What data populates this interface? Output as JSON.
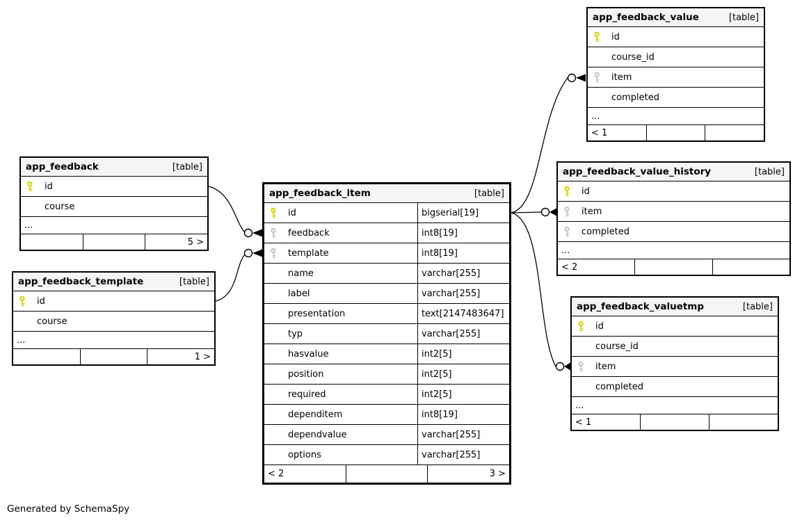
{
  "diagram": {
    "credit": "Generated by SchemaSpy",
    "badge": "[table]",
    "ellipsis": "...",
    "colors": {
      "primary_key": "#d8d800",
      "foreign_key": "#c6c6c6",
      "header_bg": "#f5f5f5",
      "border": "#000000"
    }
  },
  "tables": {
    "app_feedback": {
      "title": "app_feedback",
      "columns": [
        {
          "key": "pk",
          "name": "id"
        },
        {
          "key": "none",
          "name": "course"
        }
      ],
      "footer": [
        "",
        "",
        "5 >"
      ]
    },
    "app_feedback_template": {
      "title": "app_feedback_template",
      "columns": [
        {
          "key": "pk",
          "name": "id"
        },
        {
          "key": "none",
          "name": "course"
        }
      ],
      "footer": [
        "",
        "",
        "1 >"
      ]
    },
    "app_feedback_item": {
      "title": "app_feedback_item",
      "columns": [
        {
          "key": "pk",
          "name": "id",
          "type": "bigserial[19]"
        },
        {
          "key": "fk",
          "name": "feedback",
          "type": "int8[19]"
        },
        {
          "key": "fk",
          "name": "template",
          "type": "int8[19]"
        },
        {
          "key": "none",
          "name": "name",
          "type": "varchar[255]"
        },
        {
          "key": "none",
          "name": "label",
          "type": "varchar[255]"
        },
        {
          "key": "none",
          "name": "presentation",
          "type": "text[2147483647]"
        },
        {
          "key": "none",
          "name": "typ",
          "type": "varchar[255]"
        },
        {
          "key": "none",
          "name": "hasvalue",
          "type": "int2[5]"
        },
        {
          "key": "none",
          "name": "position",
          "type": "int2[5]"
        },
        {
          "key": "none",
          "name": "required",
          "type": "int2[5]"
        },
        {
          "key": "none",
          "name": "dependitem",
          "type": "int8[19]"
        },
        {
          "key": "none",
          "name": "dependvalue",
          "type": "varchar[255]"
        },
        {
          "key": "none",
          "name": "options",
          "type": "varchar[255]"
        }
      ],
      "footer": [
        "< 2",
        "",
        "3 >"
      ]
    },
    "app_feedback_value": {
      "title": "app_feedback_value",
      "columns": [
        {
          "key": "pk",
          "name": "id"
        },
        {
          "key": "none",
          "name": "course_id"
        },
        {
          "key": "fk",
          "name": "item"
        },
        {
          "key": "none",
          "name": "completed"
        }
      ],
      "footer": [
        "< 1",
        "",
        ""
      ]
    },
    "app_feedback_value_history": {
      "title": "app_feedback_value_history",
      "columns": [
        {
          "key": "pk",
          "name": "id"
        },
        {
          "key": "fk",
          "name": "item"
        },
        {
          "key": "fk",
          "name": "completed"
        }
      ],
      "footer": [
        "< 2",
        "",
        ""
      ]
    },
    "app_feedback_valuetmp": {
      "title": "app_feedback_valuetmp",
      "columns": [
        {
          "key": "pk",
          "name": "id"
        },
        {
          "key": "none",
          "name": "course_id"
        },
        {
          "key": "fk",
          "name": "item"
        },
        {
          "key": "none",
          "name": "completed"
        }
      ],
      "footer": [
        "< 1",
        "",
        ""
      ]
    }
  },
  "relationships": [
    {
      "parent": "app_feedback.id",
      "child": "app_feedback_item.feedback"
    },
    {
      "parent": "app_feedback_template.id",
      "child": "app_feedback_item.template"
    },
    {
      "parent": "app_feedback_item.id",
      "child": "app_feedback_value.item"
    },
    {
      "parent": "app_feedback_item.id",
      "child": "app_feedback_value_history.item"
    },
    {
      "parent": "app_feedback_item.id",
      "child": "app_feedback_valuetmp.item"
    }
  ]
}
